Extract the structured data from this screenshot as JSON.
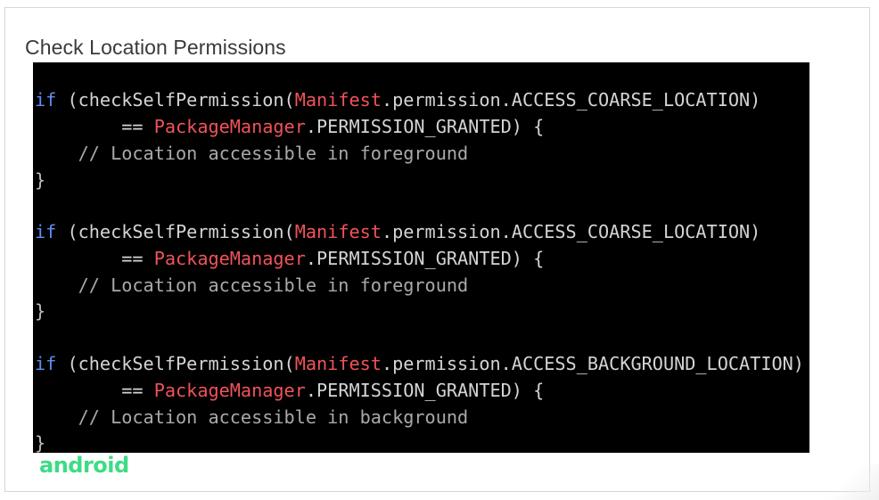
{
  "slide": {
    "title": "Check Location Permissions",
    "brand_text": "android",
    "brand_color": "#3ddc84"
  },
  "code": {
    "colors": {
      "keyword": "#5b8ff2",
      "class": "#ef5359",
      "text": "#d4d4d4",
      "comment": "#a9a9a9",
      "background": "#000000"
    },
    "blocks": [
      {
        "if_kw": "if",
        "open": " (checkSelfPermission(",
        "manifest": "Manifest",
        "perm": ".permission.ACCESS_COARSE_LOCATION)",
        "indent_eq": "        == ",
        "pm": "PackageManager",
        "granted": ".PERMISSION_GRANTED) {",
        "comment": "    // Location accessible in foreground",
        "close": "}"
      },
      {
        "if_kw": "if",
        "open": " (checkSelfPermission(",
        "manifest": "Manifest",
        "perm": ".permission.ACCESS_COARSE_LOCATION)",
        "indent_eq": "        == ",
        "pm": "PackageManager",
        "granted": ".PERMISSION_GRANTED) {",
        "comment": "    // Location accessible in foreground",
        "close": "}"
      },
      {
        "if_kw": "if",
        "open": " (checkSelfPermission(",
        "manifest": "Manifest",
        "perm": ".permission.ACCESS_BACKGROUND_LOCATION)",
        "indent_eq": "        == ",
        "pm": "PackageManager",
        "granted": ".PERMISSION_GRANTED) {",
        "comment": "    // Location accessible in background",
        "close": "}"
      }
    ]
  }
}
